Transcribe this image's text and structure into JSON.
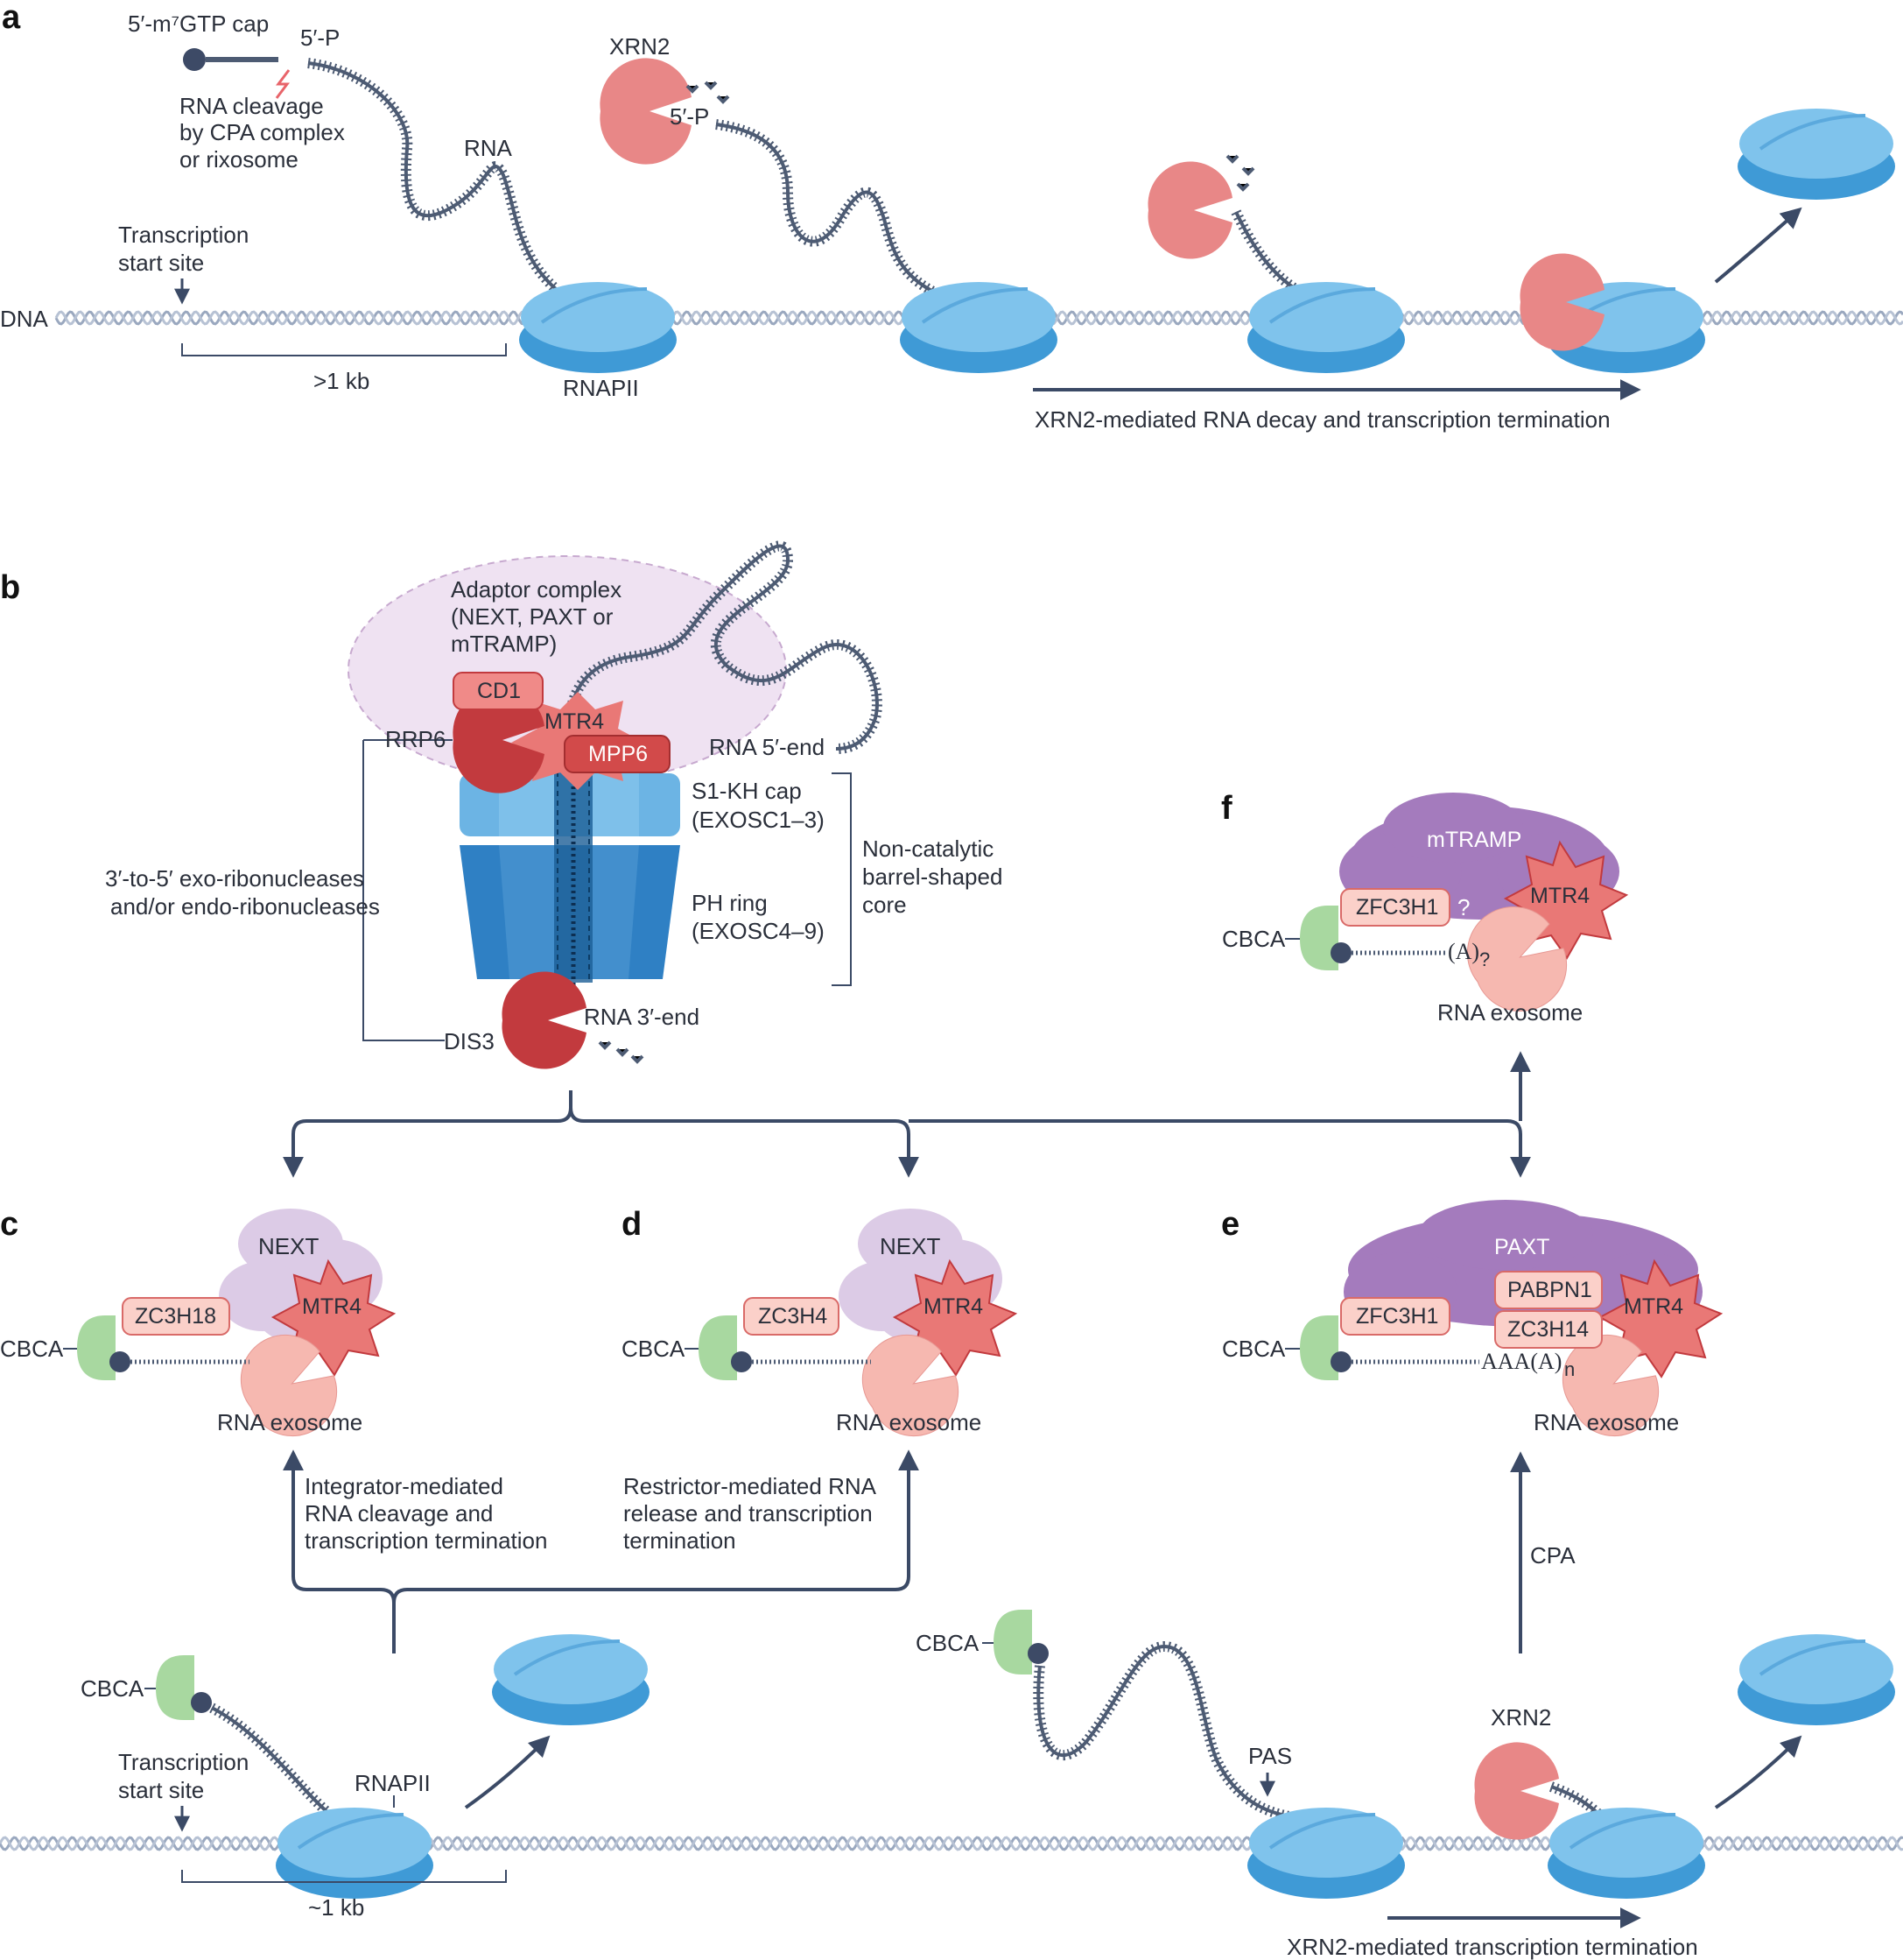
{
  "panels": {
    "a": "a",
    "b": "b",
    "c": "c",
    "d": "d",
    "e": "e",
    "f": "f"
  },
  "panel_a": {
    "cap": "5′-m⁷GTP cap",
    "p5_1": "5′-P",
    "cleavage": [
      "RNA cleavage",
      "by CPA complex",
      "or rixosome"
    ],
    "rna": "RNA",
    "tss": [
      "Transcription",
      "start site"
    ],
    "dna": "DNA",
    "distance": ">1 kb",
    "rnapii": "RNAPII",
    "xrn2": "XRN2",
    "p5_2": "5′-P",
    "process": "XRN2-mediated RNA decay and transcription termination"
  },
  "panel_b": {
    "adaptor": [
      "Adaptor complex",
      "(NEXT, PAXT or",
      "mTRAMP)"
    ],
    "cd1": "CD1",
    "mtr4": "MTR4",
    "rrp6": "RRP6",
    "mpp6": "MPP6",
    "rna5": "RNA 5′-end",
    "cap": [
      "S1-KH cap",
      "(EXOSC1–3)"
    ],
    "core": [
      "Non-catalytic",
      "barrel-shaped",
      "core"
    ],
    "ph": [
      "PH ring",
      "(EXOSC4–9)"
    ],
    "nucleases": [
      "3′-to-5′ exo-ribonucleases",
      "and/or endo-ribonucleases"
    ],
    "rna3": "RNA 3′-end",
    "dis3": "DIS3"
  },
  "panel_c": {
    "complex": "NEXT",
    "factor": "ZC3H18",
    "mtr4": "MTR4",
    "cbca": "CBCA",
    "exosome": "RNA exosome"
  },
  "panel_d": {
    "complex": "NEXT",
    "factor": "ZC3H4",
    "mtr4": "MTR4",
    "cbca": "CBCA",
    "exosome": "RNA exosome"
  },
  "panel_e": {
    "complex": "PAXT",
    "factor": "ZFC3H1",
    "pabpn1": "PABPN1",
    "zc3h14": "ZC3H14",
    "mtr4": "MTR4",
    "cbca": "CBCA",
    "tail": "AAA(A)",
    "tail_sub": "n",
    "exosome": "RNA exosome"
  },
  "panel_f": {
    "complex": "mTRAMP",
    "factor": "ZFC3H1",
    "question": "?",
    "mtr4": "MTR4",
    "cbca": "CBCA",
    "tail": "(A)",
    "tail_sub": "?",
    "exosome": "RNA exosome"
  },
  "bottom_left": {
    "integrator": [
      "Integrator-mediated",
      "RNA cleavage and",
      "transcription termination"
    ],
    "restrictor": [
      "Restrictor-mediated RNA",
      "release and transcription",
      "termination"
    ],
    "cbca": "CBCA",
    "tss": [
      "Transcription",
      "start site"
    ],
    "rnapii": "RNAPII",
    "distance": "~1 kb"
  },
  "bottom_right": {
    "cbca": "CBCA",
    "pas": "PAS",
    "cpa": "CPA",
    "xrn2": "XRN2",
    "process": "XRN2-mediated transcription termination"
  },
  "colors": {
    "rnapii": "#5bb0e0",
    "xrn2": "#e88787",
    "exosome_core": "#3a8fd0",
    "dark_red": "#c23a3e",
    "light_pink": "#f6b8b0",
    "next": "#d9c8e4",
    "paxt": "#a47bbd",
    "cbca": "#a8d8a0",
    "rna": "#4d5b73"
  }
}
